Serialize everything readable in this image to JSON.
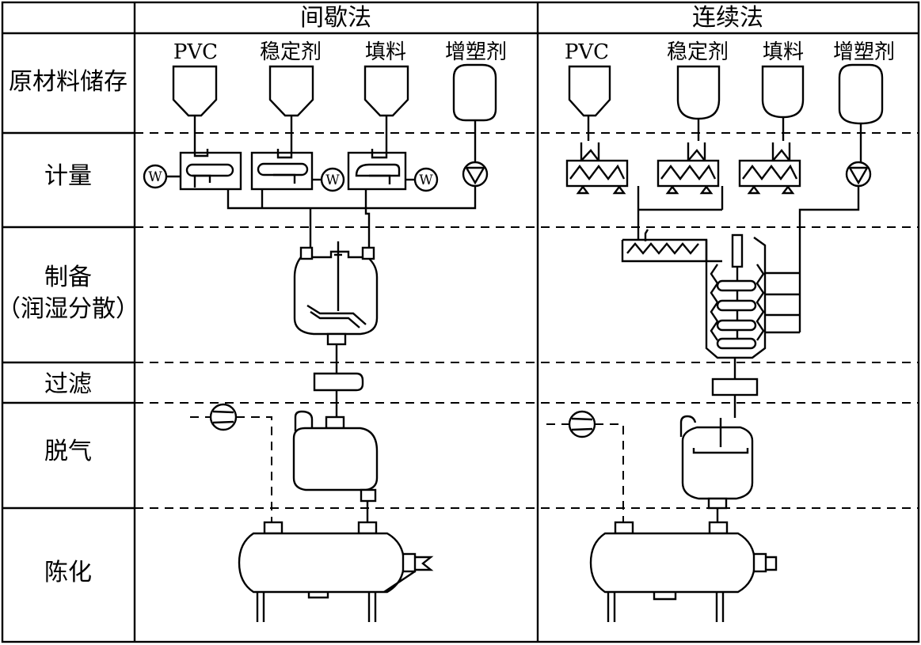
{
  "columns": {
    "batch": "间歇法",
    "continuous": "连续法"
  },
  "rows": {
    "storage": "原材料储存",
    "metering": "计量",
    "prep_line1": "制备",
    "prep_line2": "（润湿分散）",
    "filtering": "过滤",
    "degassing": "脱气",
    "aging": "陈化"
  },
  "materials": {
    "pvc": "PVC",
    "stabilizer": "稳定剂",
    "filler": "填料",
    "plasticizer": "增塑剂"
  },
  "scale_symbol": "W"
}
